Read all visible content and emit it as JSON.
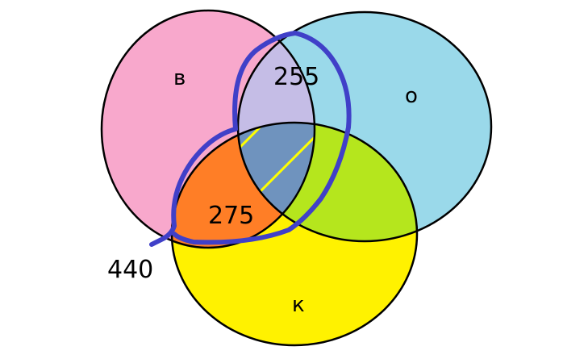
{
  "sets": {
    "left": {
      "label": "в",
      "color": "#f8a8cc"
    },
    "right": {
      "label": "о",
      "color": "#9ad9ea"
    },
    "bottom": {
      "label": "к",
      "color": "#fff200"
    }
  },
  "regions": {
    "left_right_top": {
      "value": "255",
      "color": "#c5bde6"
    },
    "left_bottom": {
      "value": "275",
      "color": "#ff7e26"
    },
    "right_bottom": {
      "color": "#b5e61d"
    },
    "triple": {
      "color": "#6f93be",
      "hatch_color": "#ffff00"
    }
  },
  "union_total": {
    "value": "440"
  },
  "outline_color": "#4040c8"
}
